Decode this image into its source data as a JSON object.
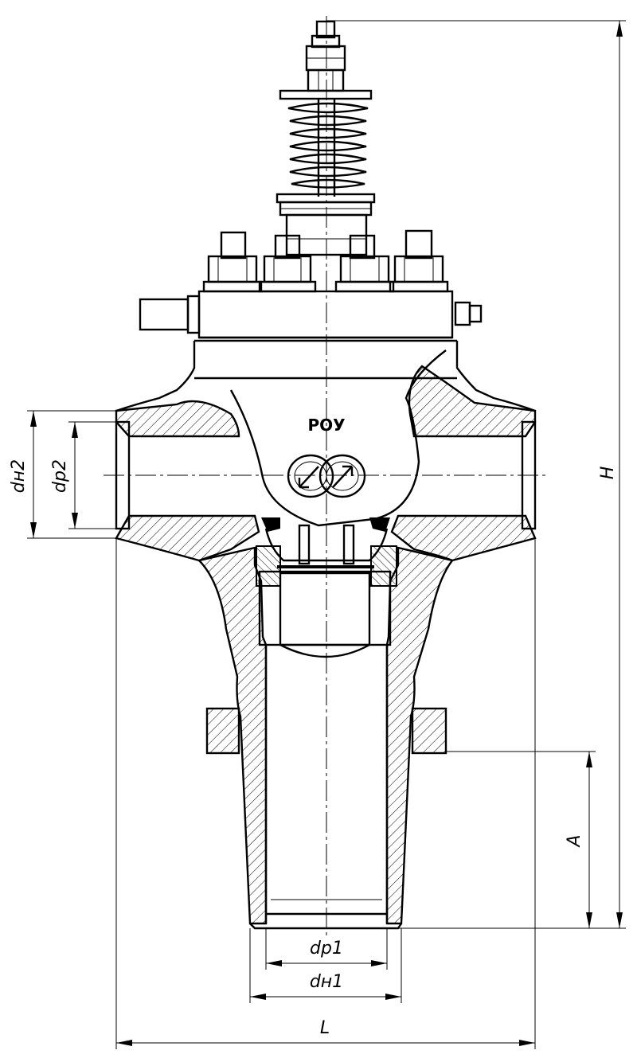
{
  "drawing": {
    "brand_label": "РОУ",
    "dimensions": {
      "outer_diameter_side": "dн2",
      "bore_diameter_side": "dр2",
      "overall_height": "H",
      "mount_height": "A",
      "bore_diameter_bottom": "dр1",
      "outer_diameter_bottom": "dн1",
      "overall_length": "L"
    }
  }
}
